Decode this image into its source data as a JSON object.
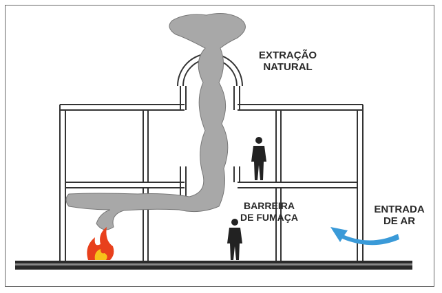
{
  "labels": {
    "extraction_line1": "EXTRAÇÃO",
    "extraction_line2": "NATURAL",
    "barrier_line1": "BARREIRA",
    "barrier_line2": "DE FUMAÇA",
    "air_line1": "ENTRADA",
    "air_line2": "DE AR"
  },
  "colors": {
    "smoke": "#9a9a9a",
    "arrow": "#3a9ad8",
    "fire": "#e8401c",
    "structure": "#333333"
  }
}
